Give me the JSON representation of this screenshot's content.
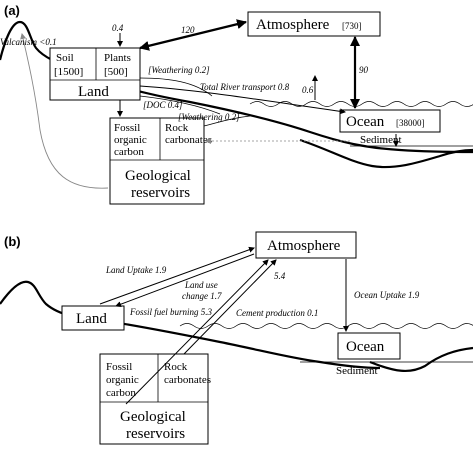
{
  "panel_a": {
    "label": "(a)",
    "boxes": {
      "atmosphere": {
        "title": "Atmosphere",
        "value": "[730]"
      },
      "land": {
        "soil": "Soil",
        "soil_value": "[1500]",
        "plants": "Plants",
        "plants_value": "[500]",
        "title": "Land"
      },
      "ocean": {
        "title": "Ocean",
        "value": "[38000]"
      },
      "geo": {
        "fossil_1": "Fossil",
        "fossil_2": "organic",
        "fossil_3": "carbon",
        "rock_1": "Rock",
        "rock_2": "carbonates",
        "title_1": "Geological",
        "title_2": "reservoirs"
      }
    },
    "labels": {
      "volcanism": "Valcanism <0.1",
      "plants_in": "0.4",
      "land_atm": "120",
      "atm_ocean": "90",
      "weathering_1": "[Weathering 0.2]",
      "river": "Total River transport 0.8",
      "doc": "[DOC 0.4]",
      "weathering_2": "[Weathering 0.2]",
      "ocean_up": "0.6",
      "sediment": "Sediment"
    }
  },
  "panel_b": {
    "label": "(b)",
    "boxes": {
      "atmosphere": {
        "title": "Atmosphere"
      },
      "land": {
        "title": "Land"
      },
      "ocean": {
        "title": "Ocean"
      },
      "geo": {
        "fossil_1": "Fossil",
        "fossil_2": "organic",
        "fossil_3": "carbon",
        "rock_1": "Rock",
        "rock_2": "carbonates",
        "title_1": "Geological",
        "title_2": "reservoirs"
      }
    },
    "labels": {
      "land_uptake": "Land Uptake 1.9",
      "land_use_1": "Land use",
      "land_use_2": "change 1.7",
      "fossil_burning": "Fossil fuel burning 5.3",
      "total": "5.4",
      "cement": "Cement production 0.1",
      "ocean_uptake": "Ocean Uptake 1.9",
      "sediment": "Sediment"
    }
  }
}
